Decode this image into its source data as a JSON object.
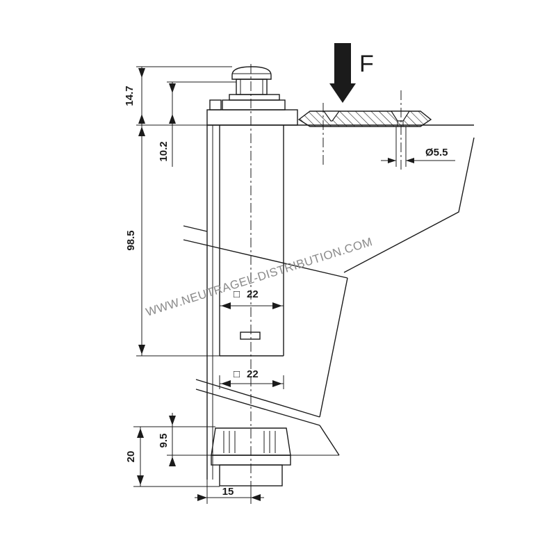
{
  "force_label": "F",
  "hole_diameter_label": "Ø5.5",
  "dimensions": {
    "overall_top": "14.7",
    "head": "10.2",
    "body_length": "98.5",
    "foot_height": "20",
    "foot_inset": "9.5",
    "foot_width": "15",
    "square_upper": "22",
    "square_lower": "22"
  },
  "square_symbol": "□",
  "watermark": "WWW.NEUTRAGEL-DISTRIBUTION.COM"
}
